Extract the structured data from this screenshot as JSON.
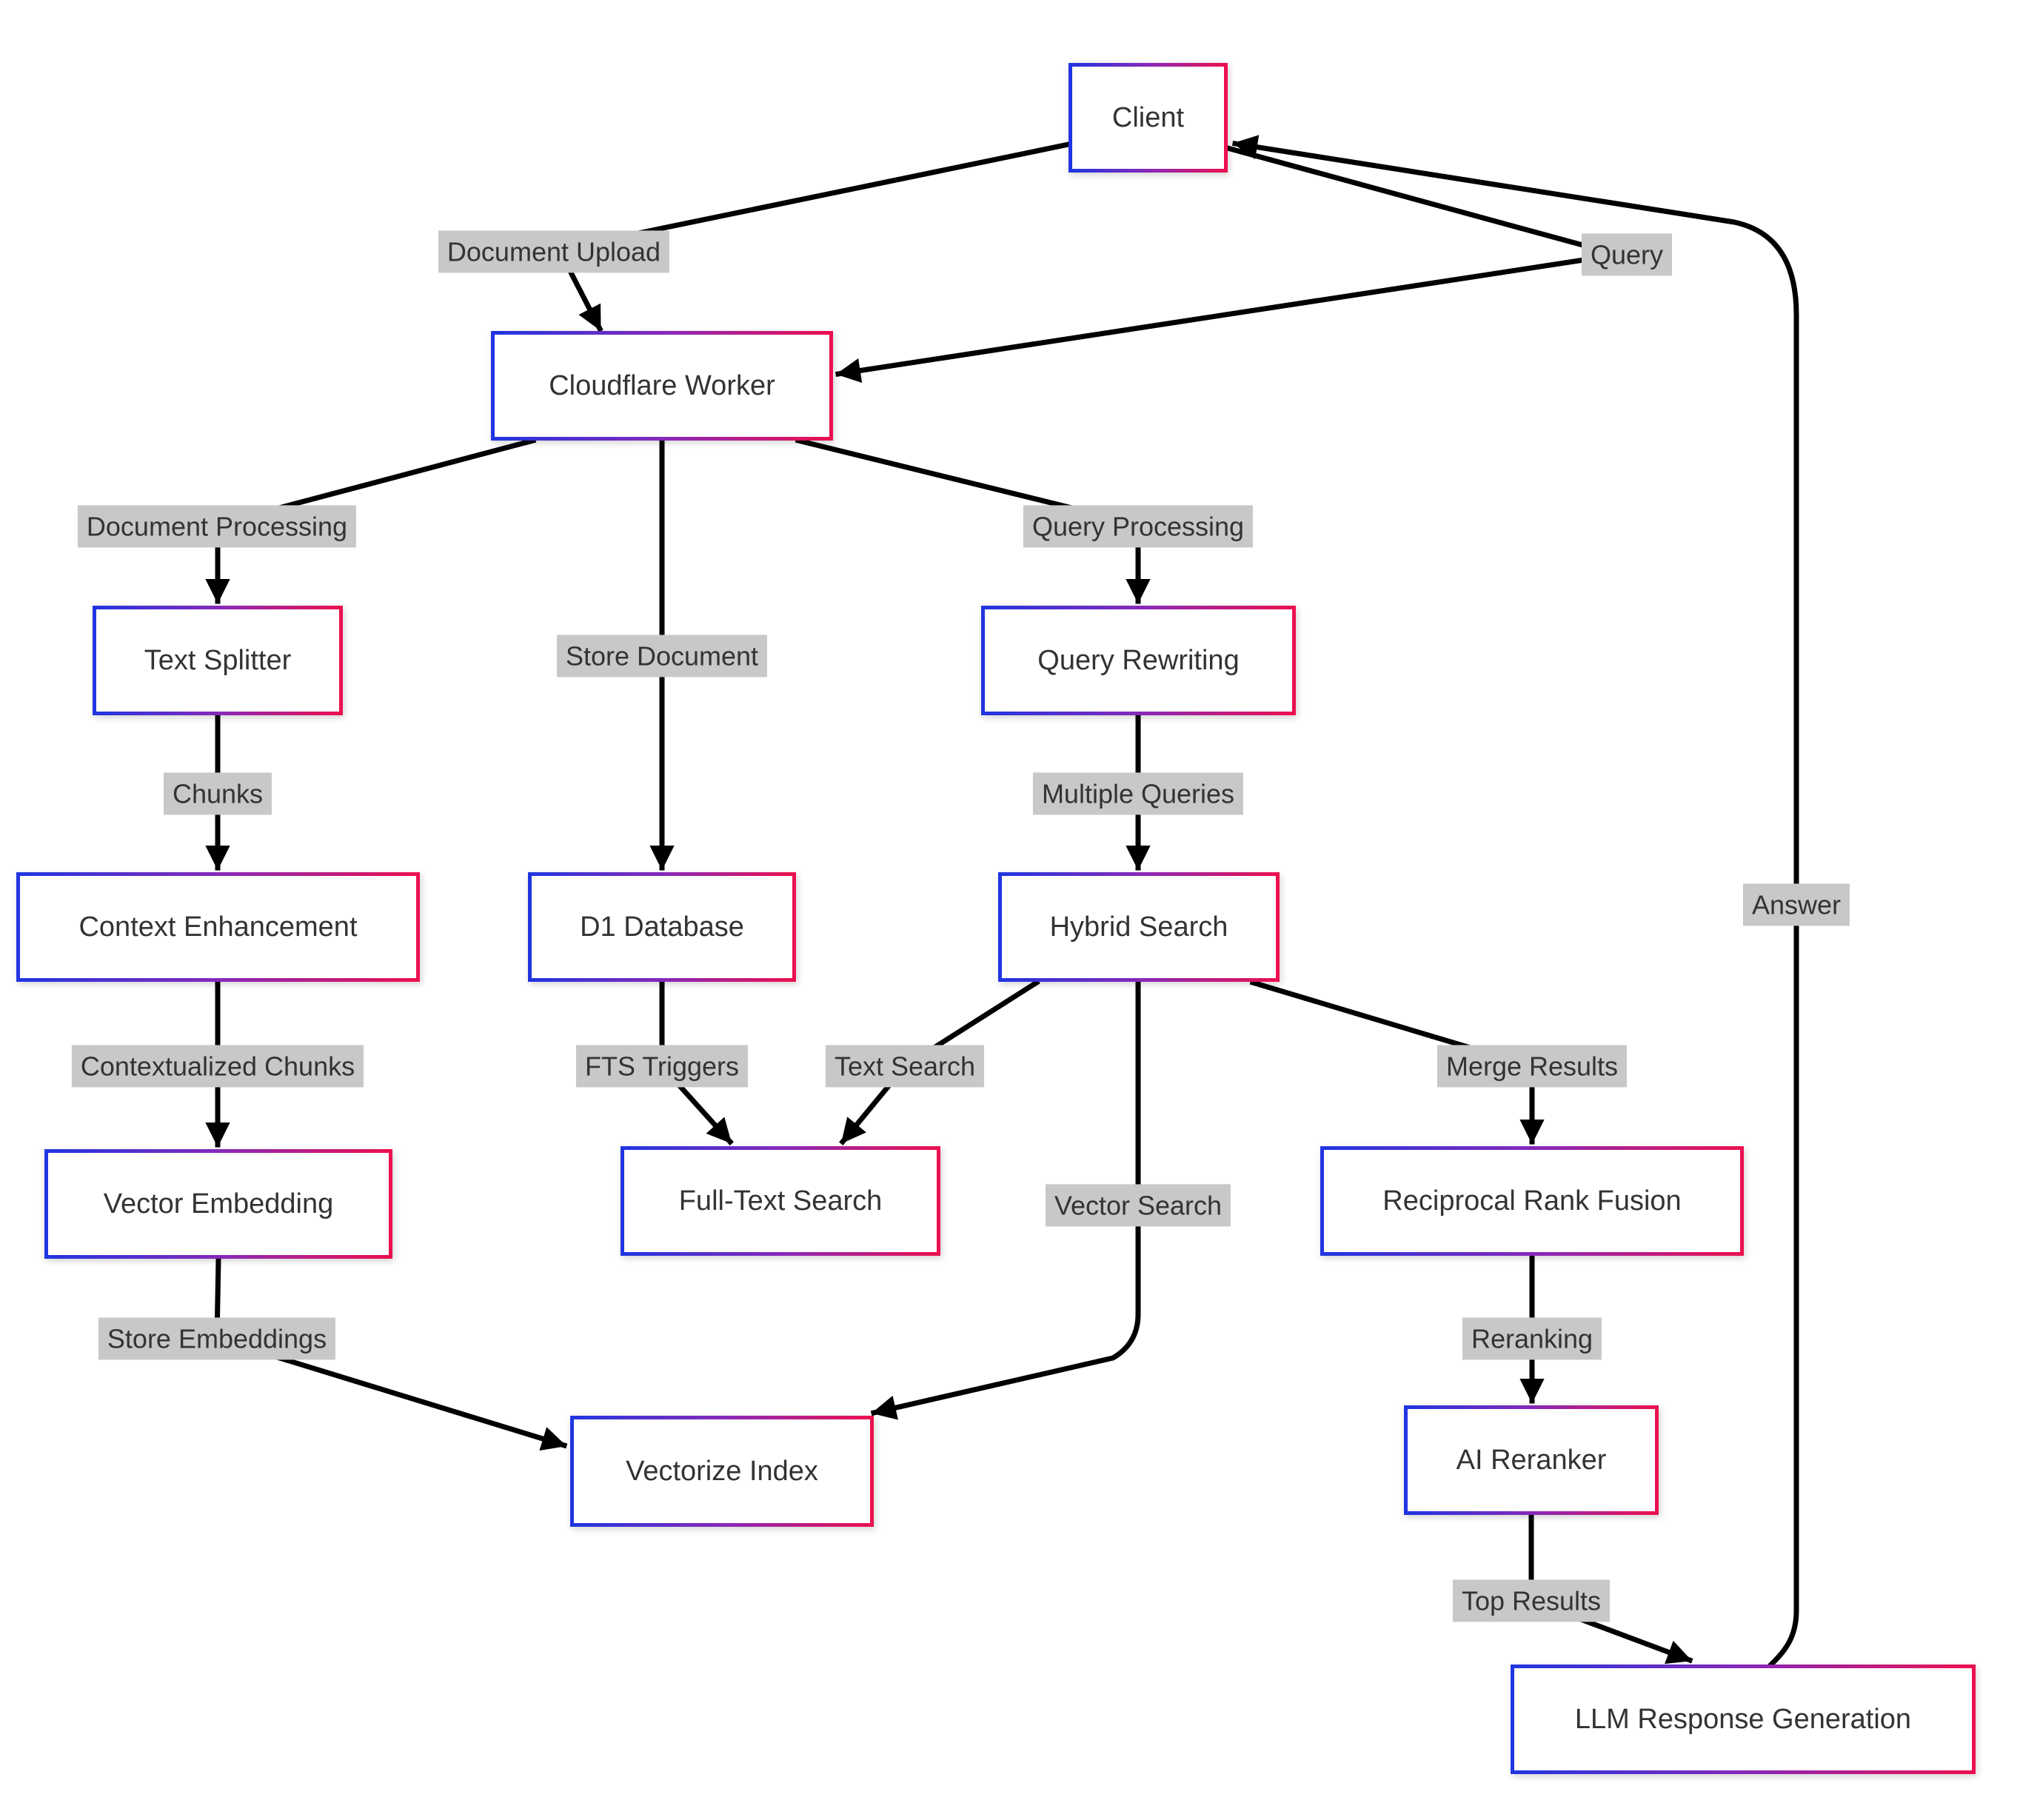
{
  "diagram": {
    "type": "flowchart",
    "orientation": "top-down",
    "background": "#ffffff",
    "colors": {
      "node_border_gradient_start": "#2135e0",
      "node_border_gradient_mid": "#8a28b8",
      "node_border_gradient_end": "#ec1050",
      "node_background": "#ffffff",
      "node_text": "#333333",
      "edge_line": "#000000",
      "edge_label_background": "#c8c8c8",
      "edge_label_text": "#333333"
    },
    "nodes": {
      "client": {
        "label": "Client"
      },
      "worker": {
        "label": "Cloudflare Worker"
      },
      "splitter": {
        "label": "Text Splitter"
      },
      "rewriting": {
        "label": "Query Rewriting"
      },
      "context": {
        "label": "Context Enhancement"
      },
      "d1": {
        "label": "D1 Database"
      },
      "hybrid": {
        "label": "Hybrid Search"
      },
      "embedding": {
        "label": "Vector Embedding"
      },
      "fts": {
        "label": "Full-Text Search"
      },
      "rrf": {
        "label": "Reciprocal Rank Fusion"
      },
      "reranker": {
        "label": "AI Reranker"
      },
      "vectorize": {
        "label": "Vectorize Index"
      },
      "llm": {
        "label": "LLM Response Generation"
      }
    },
    "edges": [
      {
        "from": "Client",
        "to": "Cloudflare Worker",
        "label": "Document Upload"
      },
      {
        "from": "Client",
        "to": "Cloudflare Worker",
        "label": "Query"
      },
      {
        "from": "Cloudflare Worker",
        "to": "Text Splitter",
        "label": "Document Processing"
      },
      {
        "from": "Cloudflare Worker",
        "to": "D1 Database",
        "label": "Store Document"
      },
      {
        "from": "Cloudflare Worker",
        "to": "Query Rewriting",
        "label": "Query Processing"
      },
      {
        "from": "Text Splitter",
        "to": "Context Enhancement",
        "label": "Chunks"
      },
      {
        "from": "Query Rewriting",
        "to": "Hybrid Search",
        "label": "Multiple Queries"
      },
      {
        "from": "Context Enhancement",
        "to": "Vector Embedding",
        "label": "Contextualized Chunks"
      },
      {
        "from": "D1 Database",
        "to": "Full-Text Search",
        "label": "FTS Triggers"
      },
      {
        "from": "Hybrid Search",
        "to": "Full-Text Search",
        "label": "Text Search"
      },
      {
        "from": "Hybrid Search",
        "to": "Vectorize Index",
        "label": "Vector Search"
      },
      {
        "from": "Hybrid Search",
        "to": "Reciprocal Rank Fusion",
        "label": "Merge Results"
      },
      {
        "from": "Vector Embedding",
        "to": "Vectorize Index",
        "label": "Store Embeddings"
      },
      {
        "from": "Reciprocal Rank Fusion",
        "to": "AI Reranker",
        "label": "Reranking"
      },
      {
        "from": "AI Reranker",
        "to": "LLM Response Generation",
        "label": "Top Results"
      },
      {
        "from": "LLM Response Generation",
        "to": "Client",
        "label": "Answer"
      }
    ]
  }
}
